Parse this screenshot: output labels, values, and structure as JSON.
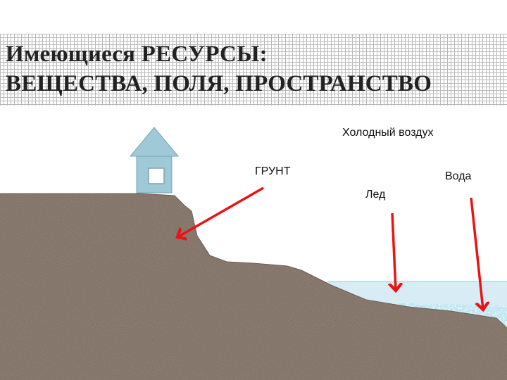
{
  "title": {
    "line1": "Имеющиеся РЕСУРСЫ:",
    "line2": "ВЕЩЕСТВА, ПОЛЯ, ПРОСТРАНСТВО"
  },
  "labels": {
    "cold_air": "Холодный воздух",
    "ground": "ГРУНТ",
    "water": "Вода",
    "ice": "Лед"
  },
  "colors": {
    "soil": "#8c7b6f",
    "ice": "#d7ecf5",
    "water": "#bfe6f0",
    "arrow": "#ee1111",
    "house": "#9fc9d6"
  }
}
